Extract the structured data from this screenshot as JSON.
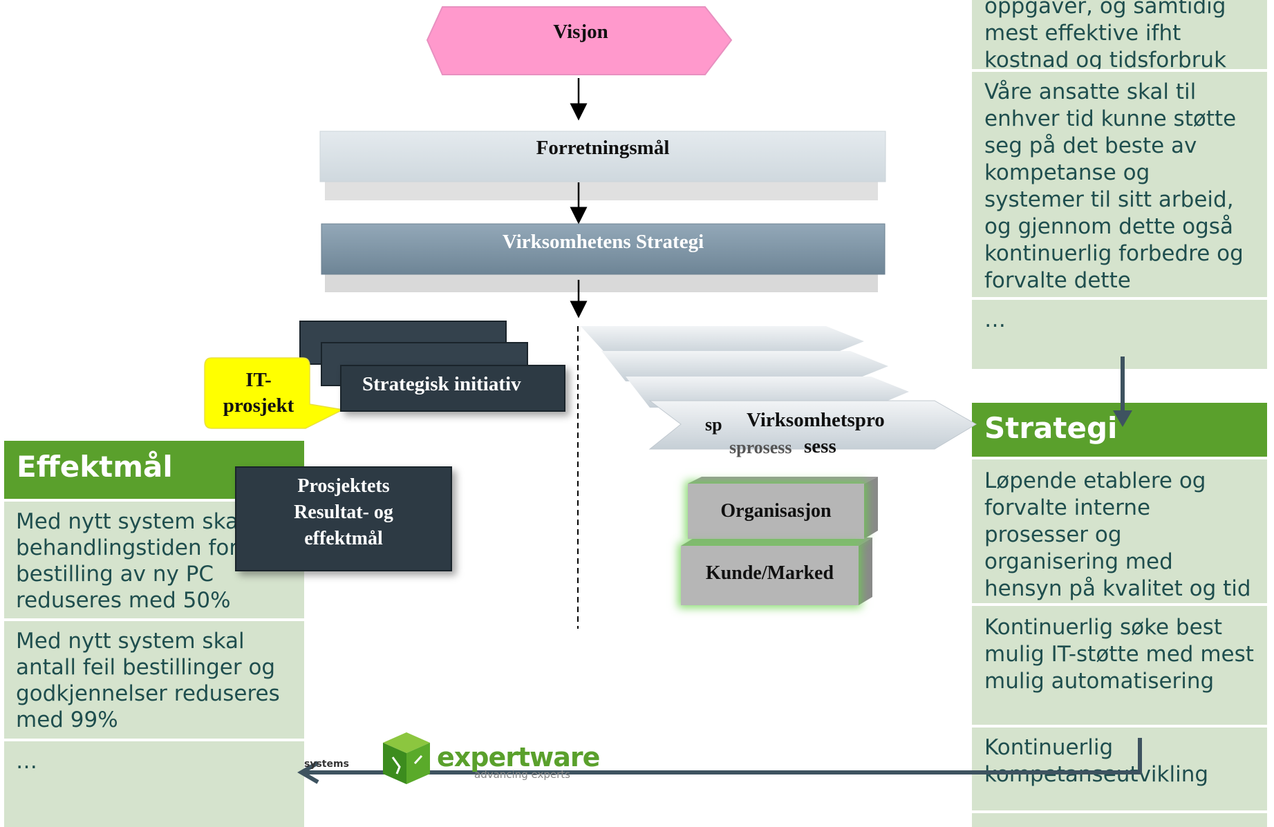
{
  "diagram": {
    "visjon": "Visjon",
    "forretningsmal": "Forretningsmål",
    "virksomhetens_strategi": "Virksomhetens Strategi",
    "strategisk_initiativ": "Strategisk  initiativ",
    "it_prosjekt": [
      "IT-",
      "prosjekt"
    ],
    "prosjektets_mal": [
      "Prosjektets",
      "Resultat- og",
      "effektmål"
    ],
    "virksomhetsprosess_front": "Virksomhetspro",
    "virksomhetsprosess_back": "sess",
    "process_partial_1": "sp",
    "process_partial_2": "sprosess",
    "organisasjon": "Organisasjon",
    "kunde_marked": "Kunde/Marked"
  },
  "right_panel": {
    "top_cells": [
      "oppgaver, og samtidig mest effektive ifht kostnad og tidsforbruk",
      "Våre ansatte skal til enhver tid kunne støtte seg på det beste av kompetanse og systemer til sitt arbeid, og gjennom dette også kontinuerlig forbedre og forvalte dette",
      "…"
    ],
    "header": "Strategi",
    "cells": [
      "Løpende etablere og forvalte interne prosesser og organisering med hensyn på kvalitet og tid",
      "Kontinuerlig søke best mulig IT-støtte med mest mulig automatisering",
      "Kontinuerlig kompetanseutvikling"
    ]
  },
  "left_panel": {
    "header": "Effektmål",
    "cells": [
      "Med nytt system skal behandlingstiden for bestilling av ny PC reduseres med 50%",
      "Med nytt system skal antall feil bestillinger  og godkjennelser reduseres med 99%",
      "…"
    ]
  },
  "logo": {
    "name": "expertware",
    "tagline": "advancing experts",
    "partial": "systems"
  },
  "colors": {
    "pink": "#ff99cc",
    "green_header": "#5aa02c",
    "cell_bg": "#d5e3cd",
    "strategy_band": "#8096a8",
    "dark_box": "#2d3a44",
    "callout_yellow": "#ffff00",
    "arrow": "#3e5360"
  }
}
